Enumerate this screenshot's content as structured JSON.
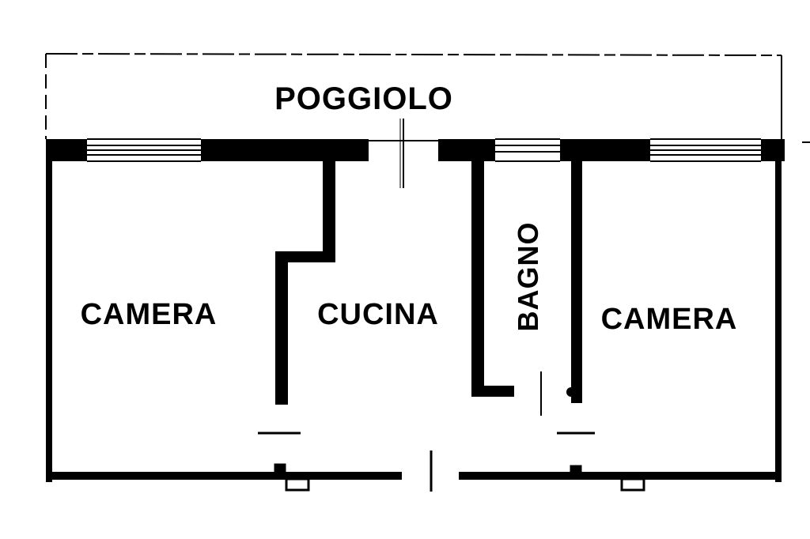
{
  "floor_plan": {
    "labels": {
      "balcony": "POGGIOLO",
      "bedroom_left": "CAMERA",
      "kitchen": "CUCINA",
      "bathroom": "BAGNO",
      "bedroom_right": "CAMERA"
    },
    "colors": {
      "wall": "#000000",
      "background": "#ffffff"
    }
  }
}
